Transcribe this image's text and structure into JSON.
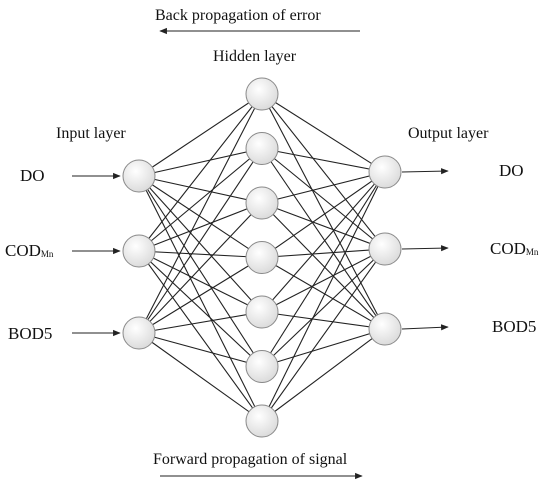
{
  "captions": {
    "back": "Back propagation of error",
    "forward": "Forward propagation of signal"
  },
  "layers": {
    "input": {
      "title": "Input layer",
      "neurons": [
        {
          "main": "DO",
          "sub": ""
        },
        {
          "main": "COD",
          "sub": "Mn"
        },
        {
          "main": "BOD5",
          "sub": ""
        }
      ]
    },
    "hidden": {
      "title": "Hidden layer",
      "count": 7
    },
    "output": {
      "title": "Output layer",
      "neurons": [
        {
          "main": "DO",
          "sub": ""
        },
        {
          "main": "COD",
          "sub": "Mn"
        },
        {
          "main": "BOD5",
          "sub": ""
        }
      ]
    }
  },
  "colors": {
    "line": "#222222",
    "neuron_fill_center": "#ffffff",
    "neuron_fill_edge": "#d9d9d9",
    "neuron_stroke": "#8a8a8a"
  }
}
